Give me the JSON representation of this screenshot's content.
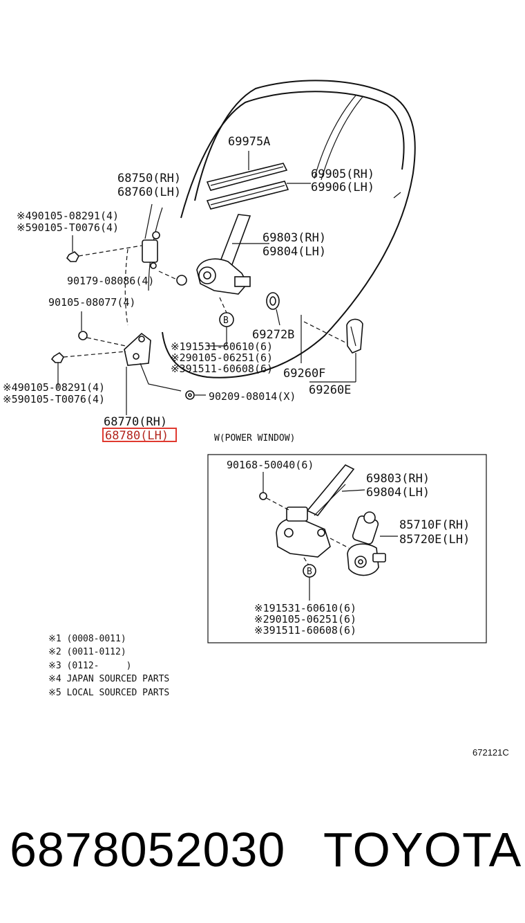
{
  "diagram": {
    "labels": {
      "p69975a": "69975A",
      "p68750": "68750(RH)",
      "p68760": "68760(LH)",
      "p69905": "69905(RH)",
      "p69906": "69906(LH)",
      "p490105a": "※490105-08291(4)",
      "p590105a": "※590105-T0076(4)",
      "p69803": "69803(RH)",
      "p69804": "69804(LH)",
      "p90179": "90179-08086(4)",
      "p90105_08077": "90105-08077(4)",
      "p69272b": "69272B",
      "p191531": "※191531-60610(6)",
      "p290105": "※290105-06251(6)",
      "p391511": "※391511-60608(6)",
      "p69260f": "69260F",
      "p69260e": "69260E",
      "p490105b": "※490105-08291(4)",
      "p590105b": "※590105-T0076(4)",
      "p90209": "90209-08014(X)",
      "p68770": "68770(RH)",
      "p68780": "68780(LH)",
      "power_window": "W(POWER WINDOW)",
      "b": "B"
    },
    "inset": {
      "p90168": "90168-50040(6)",
      "p69803": "69803(RH)",
      "p69804": "69804(LH)",
      "p85710f": "85710F(RH)",
      "p85720e": "85720E(LH)",
      "p191531": "※191531-60610(6)",
      "p290105": "※290105-06251(6)",
      "p391511": "※391511-60608(6)",
      "b": "B"
    },
    "notes": [
      "※1 (0008-0011)",
      "※2 (0011-0112)",
      "※3 (0112-     )",
      "※4 JAPAN SOURCED PARTS",
      "※5 LOCAL SOURCED PARTS"
    ],
    "highlight_color": "#e0392f"
  },
  "ref_code": "672121C",
  "footer": {
    "part_number": "6878052030",
    "brand": "TOYOTA"
  }
}
